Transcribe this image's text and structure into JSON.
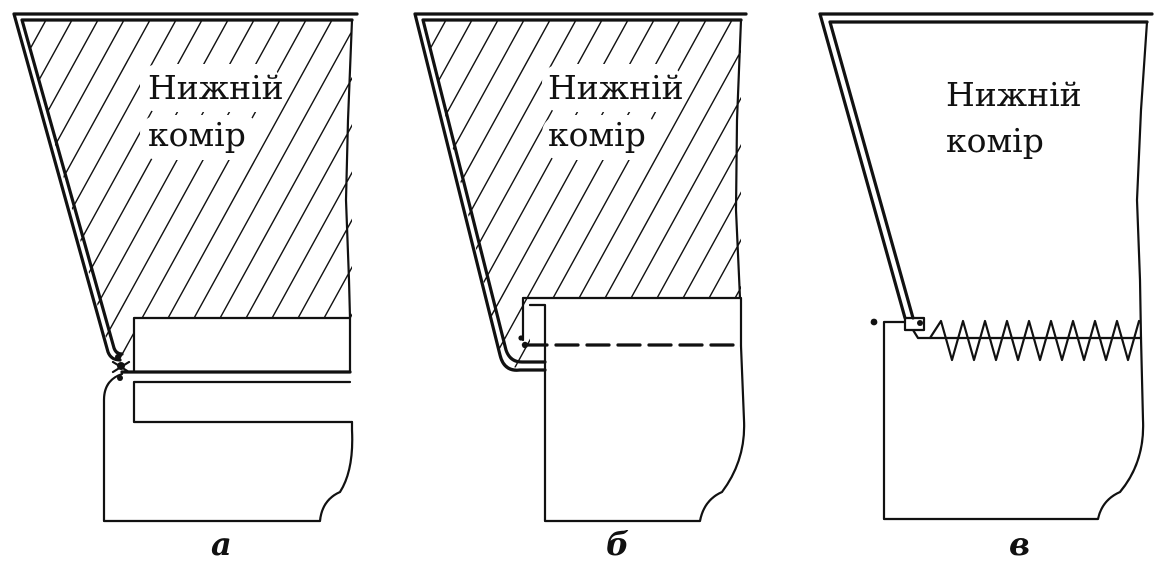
{
  "panels": [
    {
      "label_line1": "Нижній",
      "label_line2": "комір",
      "caption": "а",
      "hatched": true,
      "seam": "open"
    },
    {
      "label_line1": "Нижній",
      "label_line2": "комір",
      "caption": "б",
      "hatched": true,
      "seam": "dashed"
    },
    {
      "label_line1": "Нижній",
      "label_line2": "комір",
      "caption": "в",
      "hatched": false,
      "seam": "zigzag"
    }
  ]
}
